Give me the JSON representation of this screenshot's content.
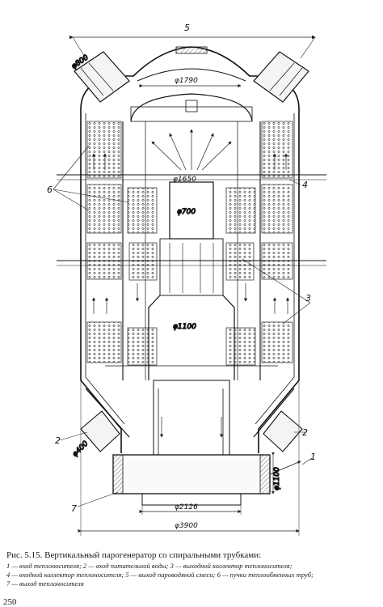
{
  "figure": {
    "callouts": [
      "1",
      "2",
      "3",
      "4",
      "5",
      "6",
      "7"
    ],
    "dimensions": {
      "d800": "φ800",
      "d1790": "φ1790",
      "d1650": "φ1650",
      "d700": "φ700",
      "d1100": "φ1100",
      "d400": "φ400",
      "d1100_side": "φ1100",
      "d2126": "φ2126",
      "d3900": "φ3900"
    }
  },
  "caption": {
    "title": "Рис. 5.15. Вертикальный парогенератор со спиральными трубками:",
    "legend": [
      "1 — вход теплоносителя;",
      "2 — вход питательной воды;",
      "3 — выходной коллектор теплоносителя;",
      "4 — входной коллектор теплоносителя;",
      "5 — выход пароводяной смеси;",
      "6 — пучки теплообменных труб;",
      "7 — выход теплоносителя"
    ]
  },
  "page_number": "250"
}
